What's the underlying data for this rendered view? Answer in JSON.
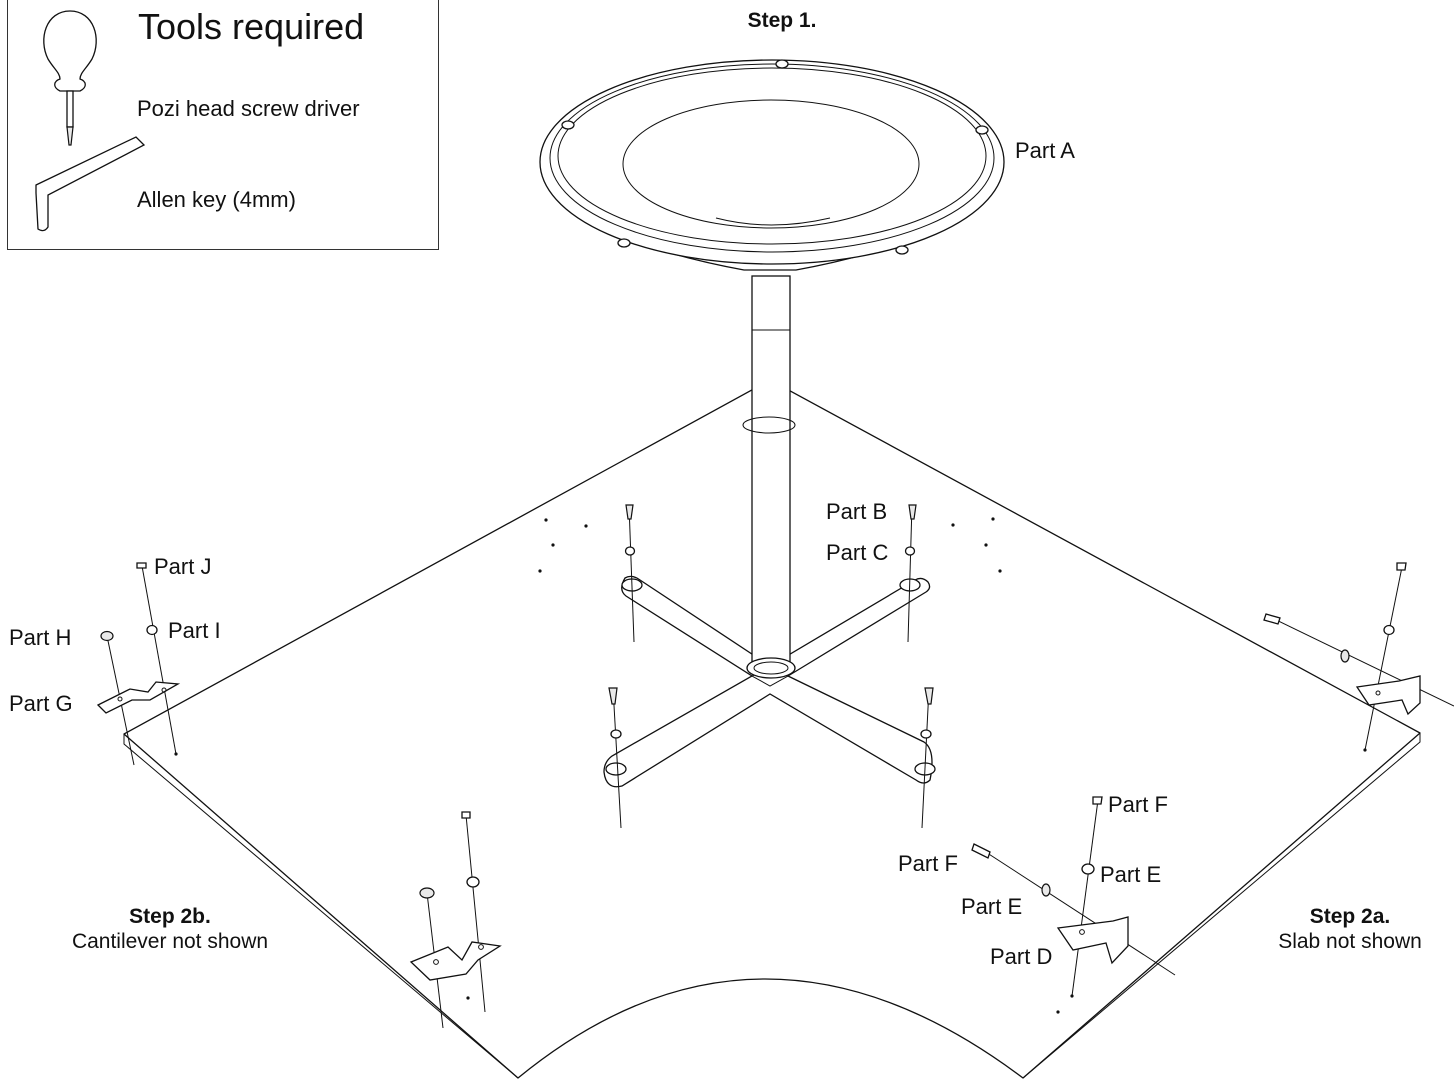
{
  "tools": {
    "title": "Tools required",
    "items": [
      {
        "label": "Pozi head screw driver",
        "icon": "screwdriver-icon"
      },
      {
        "label": "Allen key (4mm)",
        "icon": "allen-key-icon"
      }
    ]
  },
  "steps": {
    "step1": {
      "title": "Step 1.",
      "note": ""
    },
    "step2a": {
      "title": "Step 2a.",
      "note": "Slab not shown"
    },
    "step2b": {
      "title": "Step 2b.",
      "note": "Cantilever not shown"
    }
  },
  "parts": {
    "a": "Part A",
    "b": "Part B",
    "c": "Part C",
    "d": "Part D",
    "e": "Part E",
    "f": "Part F",
    "g": "Part G",
    "h": "Part H",
    "i": "Part I",
    "j": "Part J"
  }
}
